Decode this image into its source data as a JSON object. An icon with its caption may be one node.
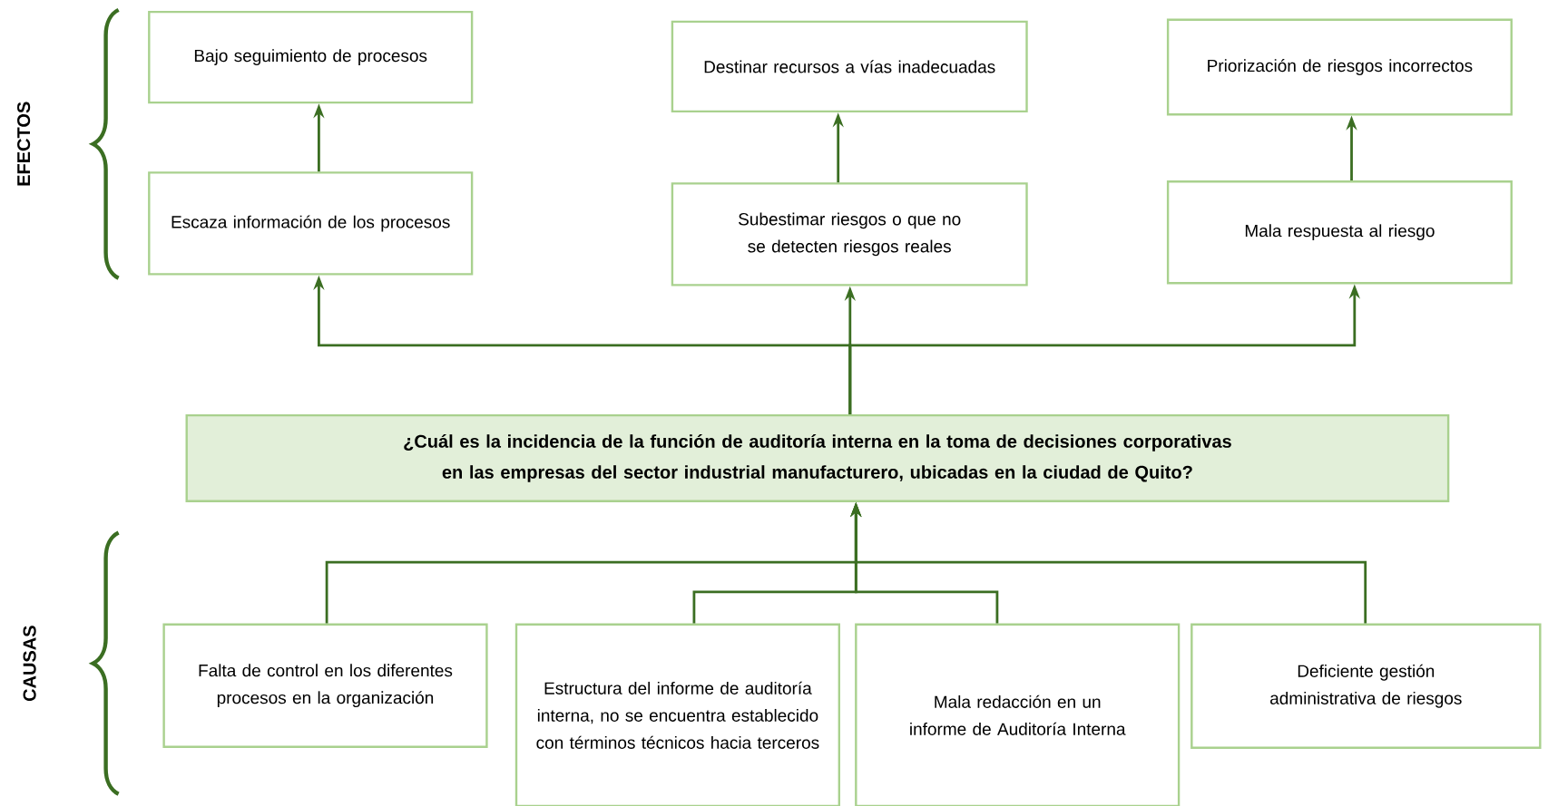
{
  "diagram": {
    "nodes": [
      {
        "text": [
          "Bajo seguimiento de procesos"
        ]
      },
      {
        "text": [
          "Destinar recursos a vías inadecuadas"
        ]
      },
      {
        "text": [
          "Priorización de riesgos incorrectos"
        ]
      },
      {
        "text": [
          "Escaza información de los procesos"
        ]
      },
      {
        "text": [
          "Subestimar riesgos o que no se detecten riesgos reales"
        ]
      },
      {
        "text": [
          "Mala respuesta al riesgo"
        ]
      },
      {
        "text": [
          "¿Cuál es la incidencia de la función de auditoría interna en la toma de decisiones corporativas en las empresas del sector industrial manufacturero, ubicadas en la ciudad de Quito?"
        ]
      },
      {
        "text": [
          "Falta de control en los diferentes procesos en la organización"
        ]
      },
      {
        "text": [
          "Estructura del informe de auditoría interna, no se encuentra establecido con términos técnicos hacia terceros"
        ]
      },
      {
        "text": [
          "Mala redacción en un informe de Auditoría Interna"
        ]
      },
      {
        "text": [
          "Deficiente gestión administrativa de riesgos"
        ]
      }
    ],
    "edges": [
      {
        "from": 3,
        "to": 0,
        "arrow": "to"
      },
      {
        "from": 4,
        "to": 1,
        "arrow": "to"
      },
      {
        "from": 5,
        "to": 2,
        "arrow": "to"
      },
      {
        "from": 6,
        "to": 3,
        "arrow": "to"
      },
      {
        "from": 6,
        "to": 4,
        "arrow": "to"
      },
      {
        "from": 6,
        "to": 5,
        "arrow": "to"
      },
      {
        "from": 7,
        "to": 6,
        "arrow": "to"
      },
      {
        "from": 8,
        "to": 6,
        "arrow": "to"
      },
      {
        "from": 9,
        "to": 6,
        "arrow": "to"
      },
      {
        "from": 10,
        "to": 6,
        "arrow": "to"
      }
    ],
    "labels": [
      "EFECTOS",
      "CAUSAS"
    ]
  }
}
